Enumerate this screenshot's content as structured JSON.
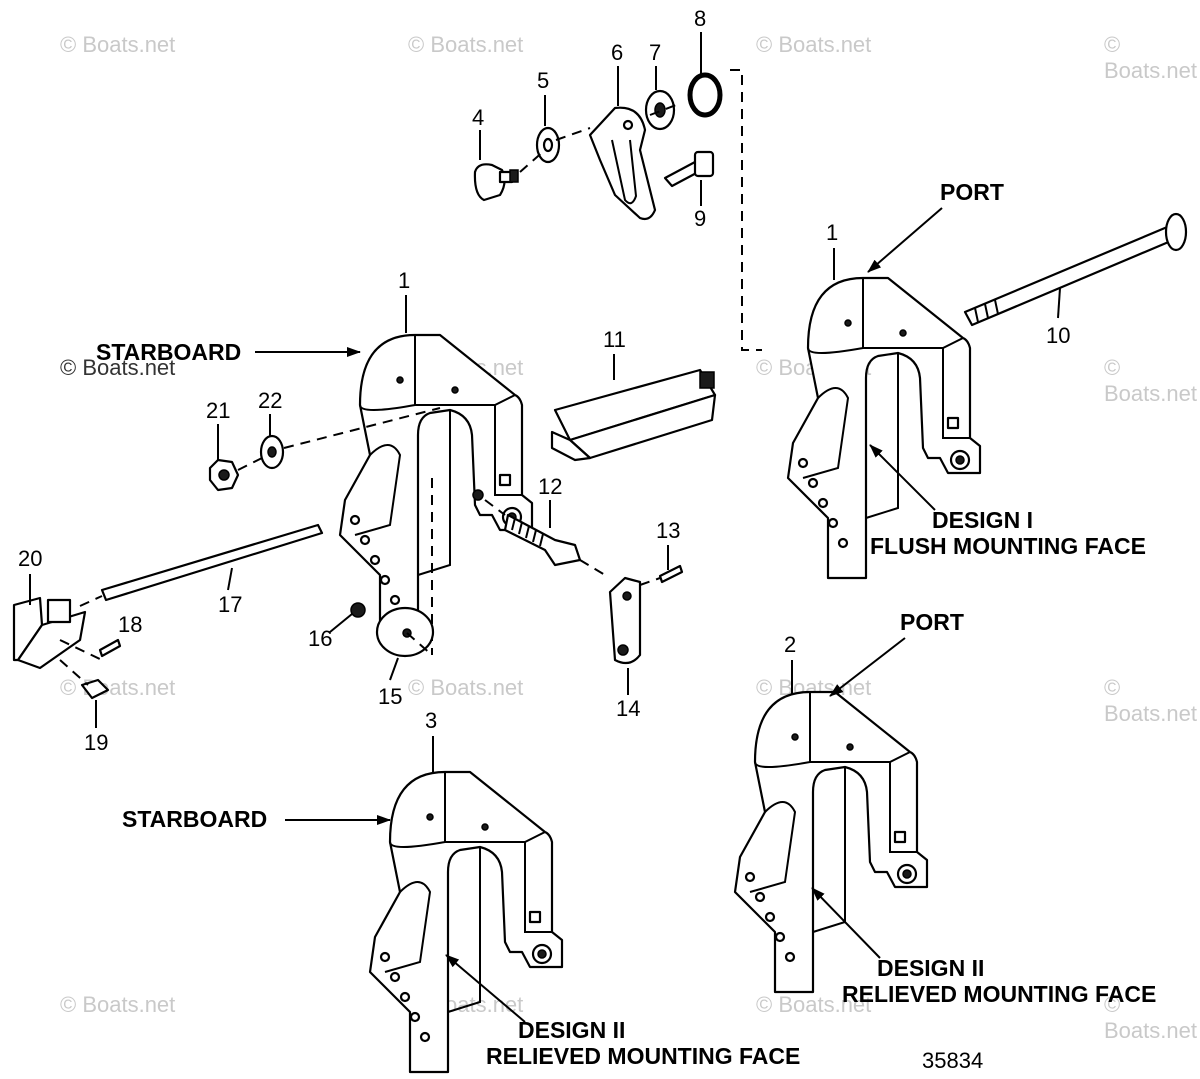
{
  "watermarks": [
    "© Boats.net",
    "© Boats.net",
    "© Boats.net",
    "© Boats.net",
    "© Boats.net",
    "© Boats.net",
    "© Boats.net",
    "© Boats.net",
    "© Boats.net",
    "© Boats.net",
    "© Boats.net",
    "© Boats.net",
    "© Boats.net",
    "© Boats.net",
    "© Boats.net",
    "© Boats.net"
  ],
  "callouts": {
    "n1a": "1",
    "n1b": "1",
    "n2": "2",
    "n3": "3",
    "n4": "4",
    "n5": "5",
    "n6": "6",
    "n7": "7",
    "n8": "8",
    "n9": "9",
    "n10": "10",
    "n11": "11",
    "n12": "12",
    "n13": "13",
    "n14": "14",
    "n15": "15",
    "n16": "16",
    "n17": "17",
    "n18": "18",
    "n19": "19",
    "n20": "20",
    "n21": "21",
    "n22": "22"
  },
  "labels": {
    "port_1": "PORT",
    "port_2": "PORT",
    "starboard_1": "STARBOARD",
    "starboard_2": "STARBOARD",
    "design_1": "DESIGN I",
    "design_1_sub": "FLUSH MOUNTING FACE",
    "design_2a": "DESIGN II",
    "design_2a_sub": "RELIEVED MOUNTING FACE",
    "design_2b": "DESIGN II",
    "design_2b_sub": "RELIEVED MOUNTING FACE"
  },
  "diagram_number": "35834",
  "colors": {
    "line": "#000000",
    "watermark": "#c9c9c9",
    "background": "#ffffff"
  }
}
